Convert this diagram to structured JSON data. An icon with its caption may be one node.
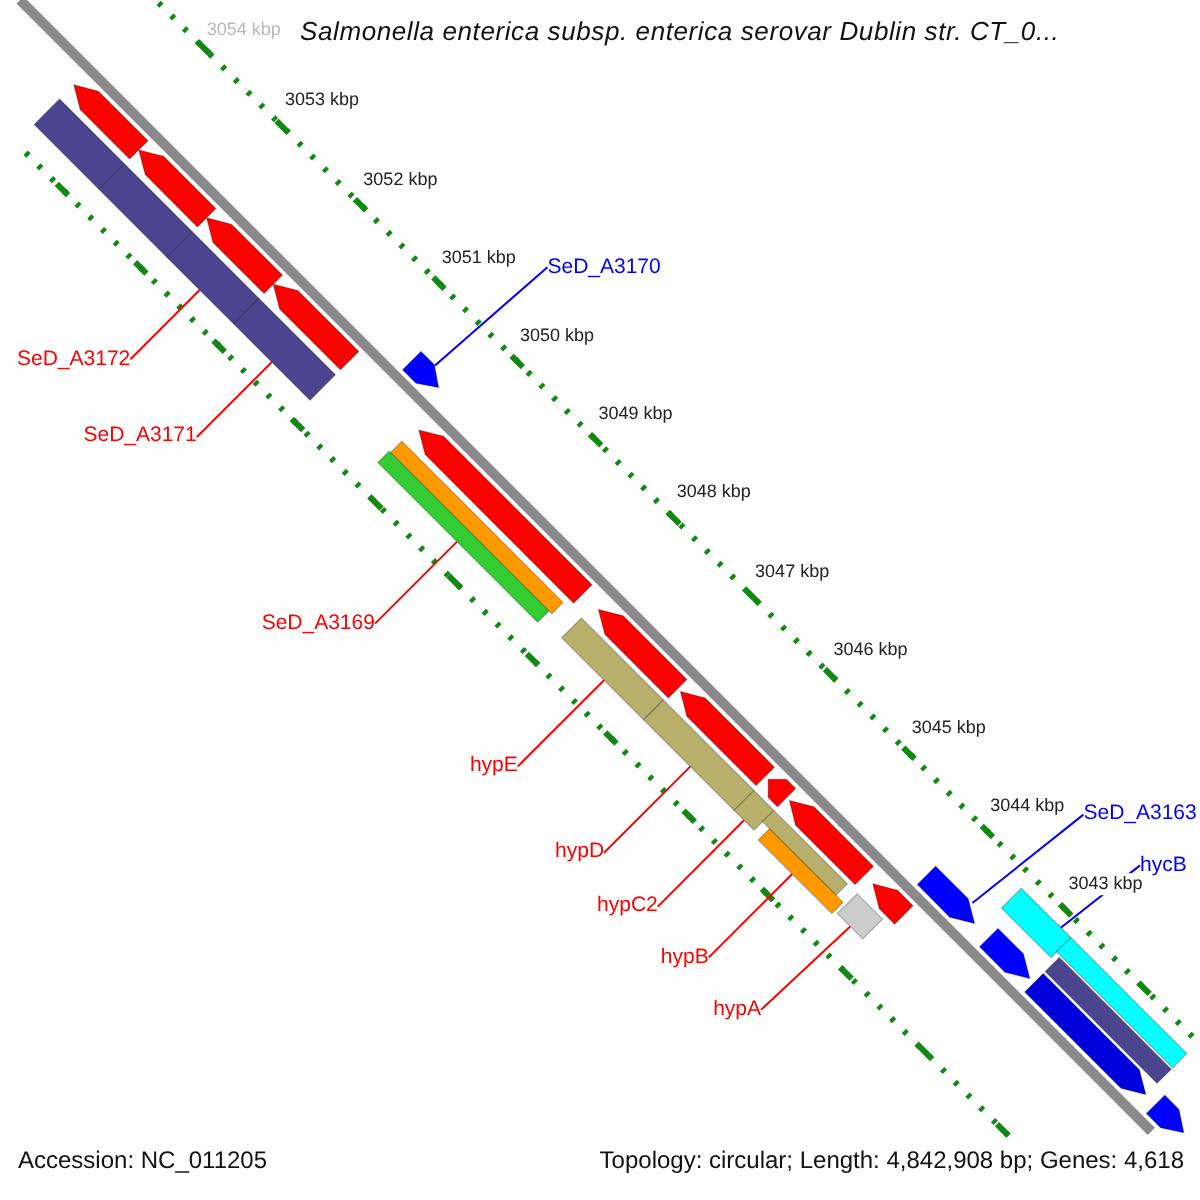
{
  "diagram": {
    "title": "Salmonella enterica subsp. enterica serovar Dublin str. CT_0...",
    "nodes": [
      {
        "text": [],
        "shape": "pentagon"
      },
      {
        "text": [],
        "shape": "pentagon"
      },
      {
        "text": [],
        "shape": "pentagon"
      },
      {
        "text": [],
        "shape": "pentagon"
      },
      {
        "text": [],
        "shape": "pentagon"
      },
      {
        "text": [],
        "shape": "pentagon"
      },
      {
        "text": [],
        "shape": "pentagon"
      },
      {
        "text": [],
        "shape": "pentagon"
      },
      {
        "text": [],
        "shape": "pentagon"
      },
      {
        "text": [],
        "shape": "pentagon"
      },
      {
        "text": [],
        "shape": "pentagon"
      },
      {
        "text": [],
        "shape": "pentagon"
      },
      {
        "text": [],
        "shape": "pentagon"
      },
      {
        "text": [],
        "shape": "pentagon"
      },
      {
        "text": [],
        "shape": "pentagon"
      },
      {
        "text": [
          "SeD_A3170"
        ]
      },
      {
        "text": [
          "SeD_A3172"
        ]
      },
      {
        "text": [
          "SeD_A3171"
        ]
      },
      {
        "text": [
          "SeD_A3169"
        ]
      },
      {
        "text": [
          "hypE"
        ]
      },
      {
        "text": [
          "hypD"
        ]
      },
      {
        "text": [
          "hypC2"
        ]
      },
      {
        "text": [
          "hypB"
        ]
      },
      {
        "text": [
          "hypA"
        ]
      },
      {
        "text": [
          "SeD_A3163"
        ]
      },
      {
        "text": [
          "hycB"
        ]
      }
    ],
    "edges": [
      {
        "from": 15,
        "to": 4,
        "arrow": "none",
        "color": "#0000ff"
      },
      {
        "from": 16,
        "to": 2,
        "arrow": "none"
      },
      {
        "from": 17,
        "to": 3,
        "arrow": "none"
      },
      {
        "from": 18,
        "to": 5,
        "arrow": "none"
      },
      {
        "from": 19,
        "to": 6,
        "arrow": "none"
      },
      {
        "from": 20,
        "to": 7,
        "arrow": "none"
      },
      {
        "from": 21,
        "to": 8,
        "arrow": "none"
      },
      {
        "from": 22,
        "to": 9,
        "arrow": "none"
      },
      {
        "from": 23,
        "to": 10,
        "arrow": "none"
      },
      {
        "from": 24,
        "to": 11,
        "arrow": "none",
        "color": "#0000ff"
      },
      {
        "from": 25,
        "to": 12,
        "arrow": "none",
        "color": "#0000ff"
      }
    ],
    "labels": [
      "3054 kbp",
      "3053 kbp",
      "3052 kbp",
      "3051 kbp",
      "3050 kbp",
      "3049 kbp",
      "3048 kbp",
      "3047 kbp",
      "3046 kbp",
      "3045 kbp",
      "3044 kbp",
      "3043 kbp",
      "Accession: NC_011205",
      "Topology: circular; Length: 4,842,908 bp; Genes: 4,618"
    ]
  }
}
